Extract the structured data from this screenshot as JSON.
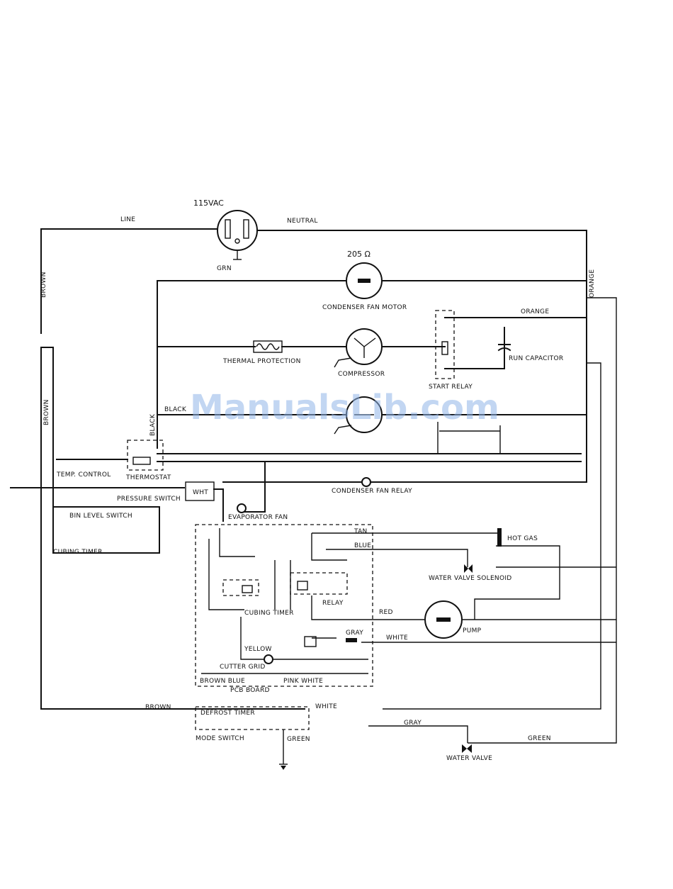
{
  "labels": {
    "supply": "115VAC",
    "line": "LINE",
    "neutral": "NEUTRAL",
    "grn": "GRN",
    "ohms": "205 Ω",
    "cond_fan_motor": "CONDENSER FAN MOTOR",
    "thermal_protection": "THERMAL PROTECTION",
    "start_relay": "START RELAY",
    "run_capacitor": "RUN CAPACITOR",
    "orange": "ORANGE",
    "compressor": "COMPRESSOR",
    "black": "BLACK",
    "brown": "BROWN",
    "thermostat": "THERMOSTAT",
    "temp_control": "TEMP. CONTROL",
    "pressure_switch": "PRESSURE SWITCH",
    "wht": "WHT",
    "bin_level_switch": "BIN LEVEL SWITCH",
    "cubing_timer": "CUBING TIMER",
    "evap_fan": "EVAPORATOR FAN",
    "yellow": "YELLOW",
    "blue": "BLUE",
    "tan": "TAN",
    "relay": "RELAY",
    "red": "RED",
    "white": "WHITE",
    "gray": "GRAY",
    "cutter_grid": "CUTTER GRID",
    "hot_gas": "HOT GAS",
    "water_valve_coil": "WATER VALVE SOLENOID",
    "pump": "PUMP",
    "brown_blue": "BROWN BLUE",
    "pink_white": "PINK WHITE",
    "pcb_board": "PCB BOARD",
    "defrost_timer": "DEFROST TIMER",
    "water_valve": "WATER VALVE",
    "green": "GREEN",
    "mode_switch": "MODE SWITCH",
    "condenser_fan_relay": "CONDENSER FAN RELAY"
  },
  "watermark": "ManualsLib.com"
}
